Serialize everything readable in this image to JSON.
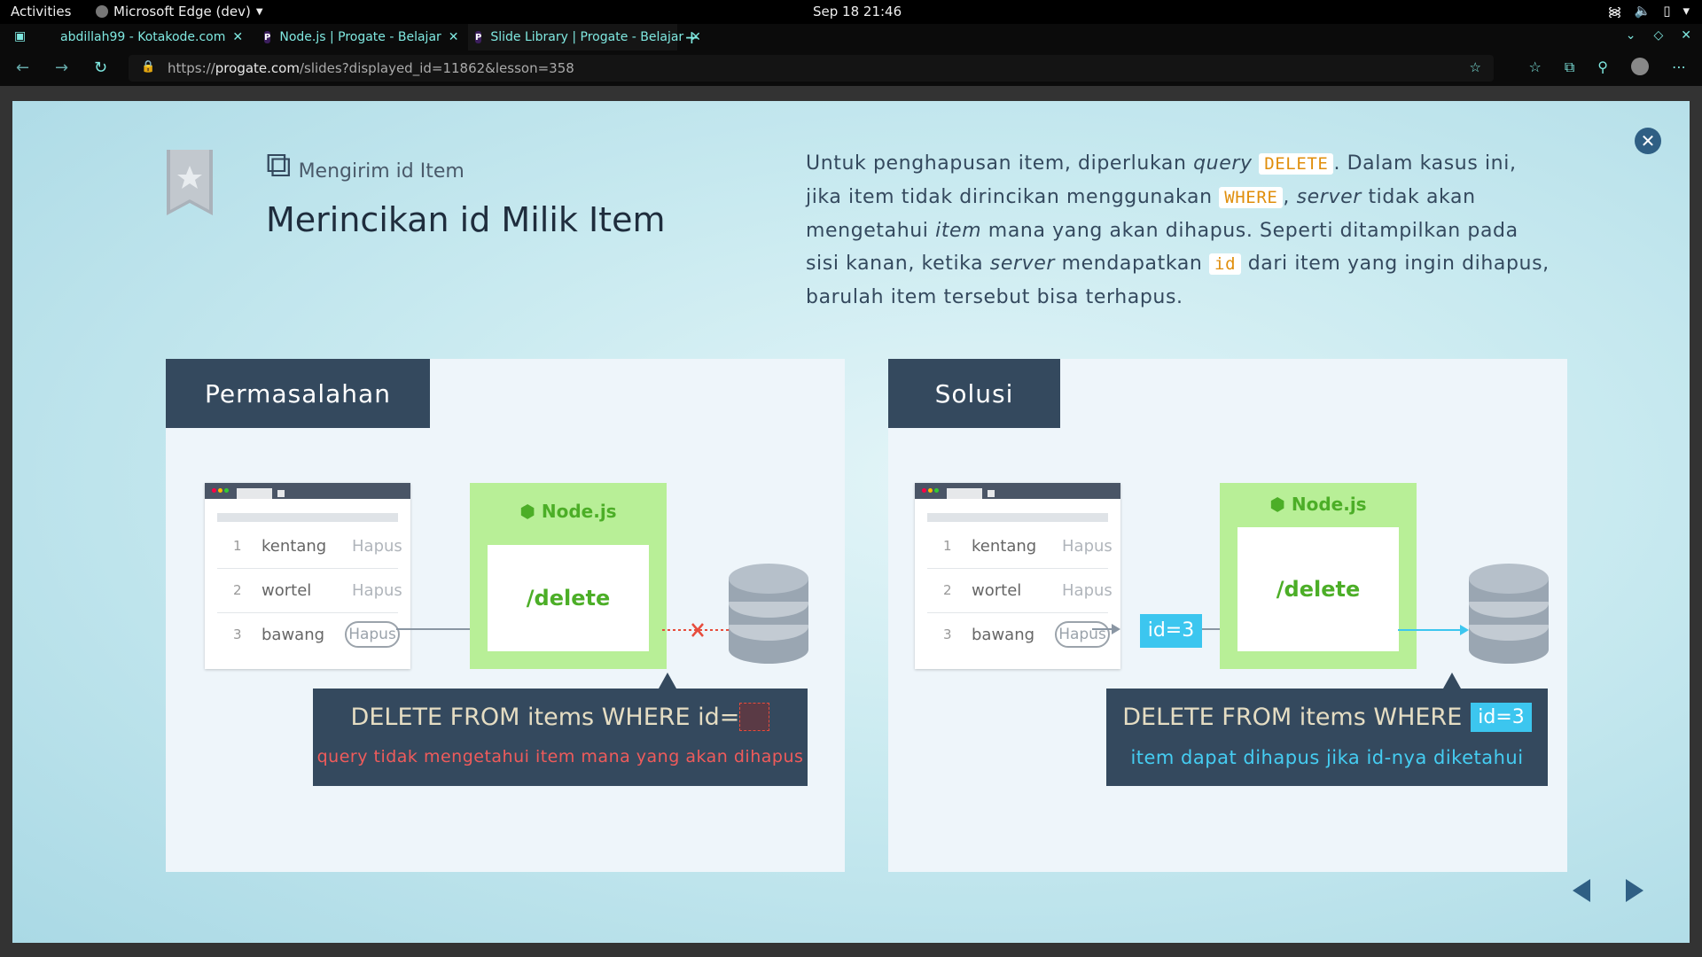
{
  "topbar": {
    "activities": "Activities",
    "app_name": "Microsoft Edge (dev)",
    "clock": "Sep 18  21:46"
  },
  "tabs": [
    {
      "title": "abdillah99 - Kotakode.com",
      "favicon": "kotakode-icon",
      "active": false
    },
    {
      "title": "Node.js | Progate - Belajar",
      "favicon": "progate-icon",
      "active": false
    },
    {
      "title": "Slide Library | Progate - Belajar",
      "favicon": "progate-icon",
      "active": true
    }
  ],
  "address": {
    "url_prefix": "https://",
    "url_host": "progate.com",
    "url_path": "/slides?displayed_id=11862&lesson=358"
  },
  "slide": {
    "subheading": "Mengirim id Item",
    "title": "Merincikan id Milik Item",
    "description": {
      "p1": "Untuk penghapusan item, diperlukan ",
      "p1_em": "query",
      "code1": "DELETE",
      "p2": ". Dalam kasus ini, jika item tidak dirincikan menggunakan ",
      "code2": "WHERE",
      "p3": ", ",
      "p3_em": "server",
      "p4": " tidak akan mengetahui ",
      "p4_em": "item",
      "p5": " mana yang akan dihapus. Seperti ditampilkan pada sisi kanan, ketika ",
      "p5_em": "server",
      "p6": " mendapatkan ",
      "code3": "id",
      "p7": " dari item yang ingin dihapus, barulah item tersebut bisa terhapus."
    },
    "problem": {
      "header": "Permasalahan",
      "rows": [
        {
          "n": "1",
          "name": "kentang",
          "action": "Hapus"
        },
        {
          "n": "2",
          "name": "wortel",
          "action": "Hapus"
        },
        {
          "n": "3",
          "name": "bawang",
          "action": "Hapus"
        }
      ],
      "node_label": "Node.js",
      "route": "/delete",
      "sql": "DELETE FROM items WHERE id=",
      "note": "query tidak mengetahui item mana yang akan dihapus"
    },
    "solution": {
      "header": "Solusi",
      "rows": [
        {
          "n": "1",
          "name": "kentang",
          "action": "Hapus"
        },
        {
          "n": "2",
          "name": "wortel",
          "action": "Hapus"
        },
        {
          "n": "3",
          "name": "bawang",
          "action": "Hapus"
        }
      ],
      "id_tag": "id=3",
      "node_label": "Node.js",
      "route": "/delete",
      "sql": "DELETE FROM items WHERE",
      "sql_id": "id=3",
      "note": "item dapat dihapus jika id-nya diketahui"
    }
  },
  "colors": {
    "slate": "#34495e",
    "node_green": "#b8ef97",
    "green_text": "#4cae27",
    "code_orange": "#e08e0b",
    "error_red": "#e74c3c",
    "cyan": "#3cc6ef",
    "nav_blue": "#2f5f84"
  }
}
